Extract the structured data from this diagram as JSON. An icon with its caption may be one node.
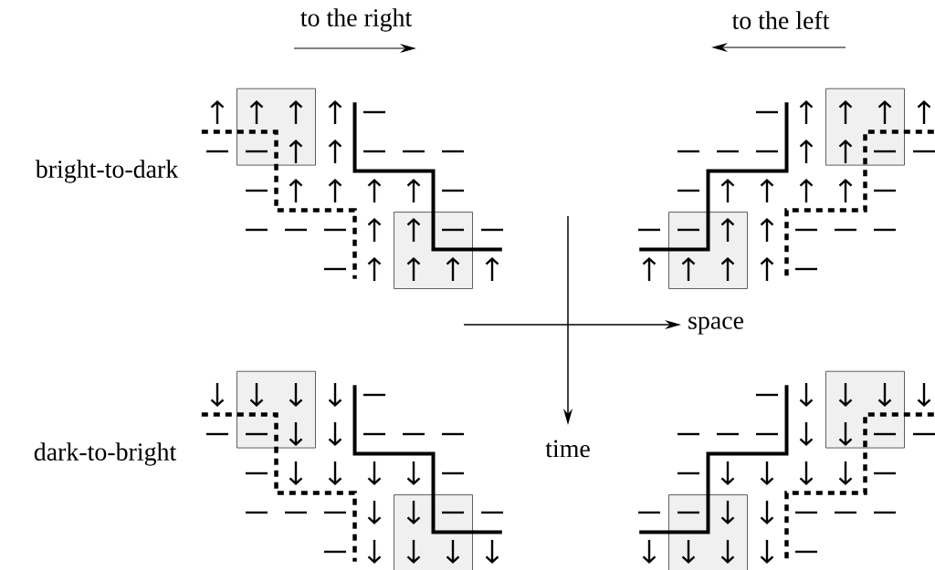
{
  "diagram": {
    "labels": [
      "to the right",
      "to the left",
      "bright-to-dark",
      "space",
      "dark-to-bright",
      "time"
    ]
  }
}
